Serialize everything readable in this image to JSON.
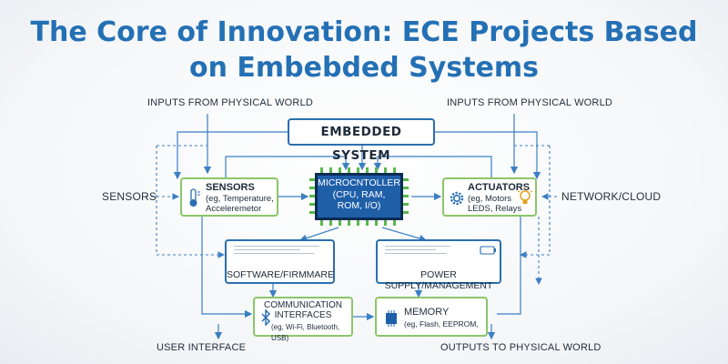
{
  "title": {
    "line1": "The Core of Innovation: ECE Projects Based",
    "line2": "on Embebded Systems"
  },
  "labels": {
    "inputs_left": "INPUTS FROM PHYSICAL WORLD",
    "inputs_right": "INPUTS FROM PHYSICAL WORLD",
    "sensors_side": "SENSORS",
    "network_cloud": "NETWORK/CLOUD",
    "user_interface": "USER INTERFACE",
    "outputs": "OUTPUTS TO PHYSICAL WORLD"
  },
  "embedded_system": "EMBEDDED SYSTEM",
  "sensors_box": {
    "title": "SENSORS",
    "line1": "(eg, Temperature,",
    "line2": "Acceleremetor"
  },
  "microcontroller": {
    "line1": "MICROCNTOLLER",
    "line2": "(CPU, RAM,",
    "line3": "ROM, I/O)"
  },
  "actuators_box": {
    "title": "ACTUATORS",
    "line1": "(eg, Motors",
    "line2": "LEDS, Relays"
  },
  "software_box": {
    "title": "SOFTWARE/FIRMMARE"
  },
  "power_box": {
    "title": "POWER SUPPLY/MANAGEMENT"
  },
  "comm_box": {
    "title1": "COMMUNICATION",
    "title2": "INTERFACES",
    "line1": "(eg, Wi-Fi, Bluetooth, USB)"
  },
  "memory_box": {
    "title": "MEMORY",
    "line1": "(eg, Flash, EEPROM,"
  },
  "icons": {
    "sensor": "thermometer-icon",
    "actuator": "gear-icon",
    "bulb": "lightbulb-icon",
    "bluetooth": "bluetooth-icon",
    "memory": "chip-icon",
    "power": "battery-icon"
  },
  "colors": {
    "title": "#2470b5",
    "wire": "#3b7fc4",
    "box_green": "#8cc56a",
    "chip": "#1f5fa8"
  }
}
